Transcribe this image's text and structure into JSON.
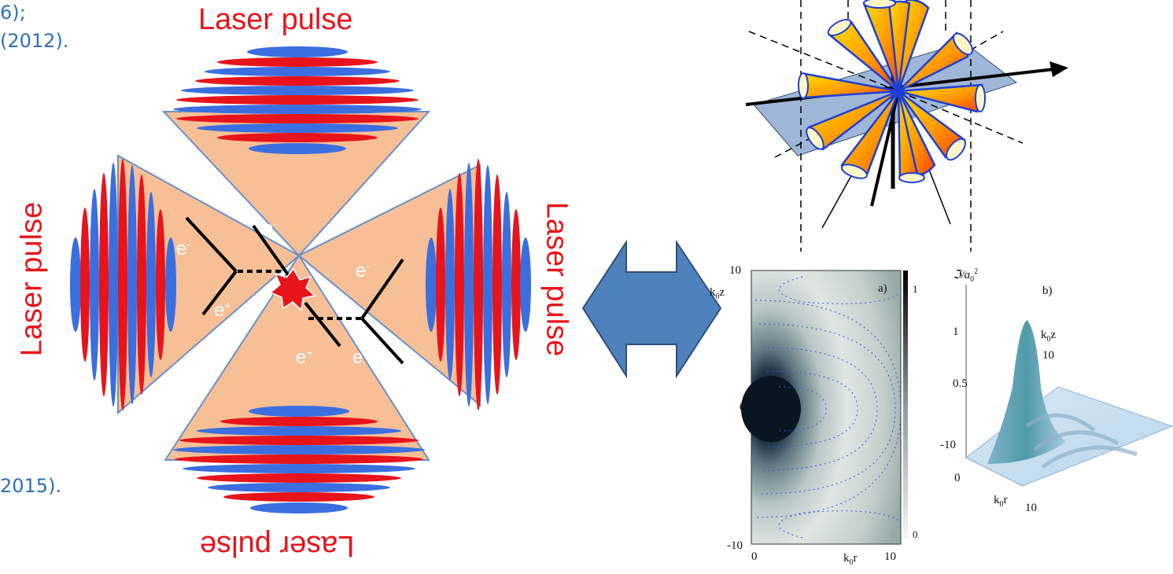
{
  "references": {
    "line1": "6);",
    "line2": "(2012).",
    "line3": "2015)."
  },
  "laser_labels": {
    "top": "Laser pulse",
    "left": "Laser pulse",
    "right": "Laser pulse",
    "bottom": "Laser pulse"
  },
  "particles": {
    "electron_upper": "e",
    "electron_upper_sup": "-",
    "electron_left": "e",
    "electron_left_sup": "-",
    "electron_right": "e",
    "electron_right_sup": "-",
    "positron_left": "e",
    "positron_left_sup": "+",
    "positron_bottom1": "e",
    "positron_bottom1_sup": "+",
    "positron_bottom2": "e",
    "positron_bottom2_sup": "+"
  },
  "plot_a": {
    "panel_label": "a)",
    "ylabel": "k",
    "ylabel_sub": "0",
    "ylabel_tail": "z",
    "xlabel": "k",
    "xlabel_sub": "0",
    "xlabel_tail": "r",
    "yticks": [
      "10",
      "0",
      "-10"
    ],
    "xticks": [
      "0",
      "10"
    ],
    "colorbar_ticks": [
      "1",
      "0"
    ]
  },
  "plot_b": {
    "panel_label": "b)",
    "zlabel": "ℑ/a",
    "zlabel_sub": "0",
    "zlabel_sup": "2",
    "zticks": [
      "1",
      "0.5"
    ],
    "axis_z_label": "k",
    "axis_z_sub": "0",
    "axis_z_tail": "z",
    "axis_z_ticks": [
      "10",
      "-10"
    ],
    "axis_r_label": "k",
    "axis_r_sub": "0",
    "axis_r_tail": "r",
    "axis_r_ticks": [
      "0",
      "10"
    ]
  },
  "colors": {
    "laser_red": "#e8141b",
    "pulse_blue": "#3b6fe0",
    "cone_fill": "#f7bf96",
    "arrow_fill": "#4f81bd",
    "reference_blue": "#2f6fb3"
  }
}
